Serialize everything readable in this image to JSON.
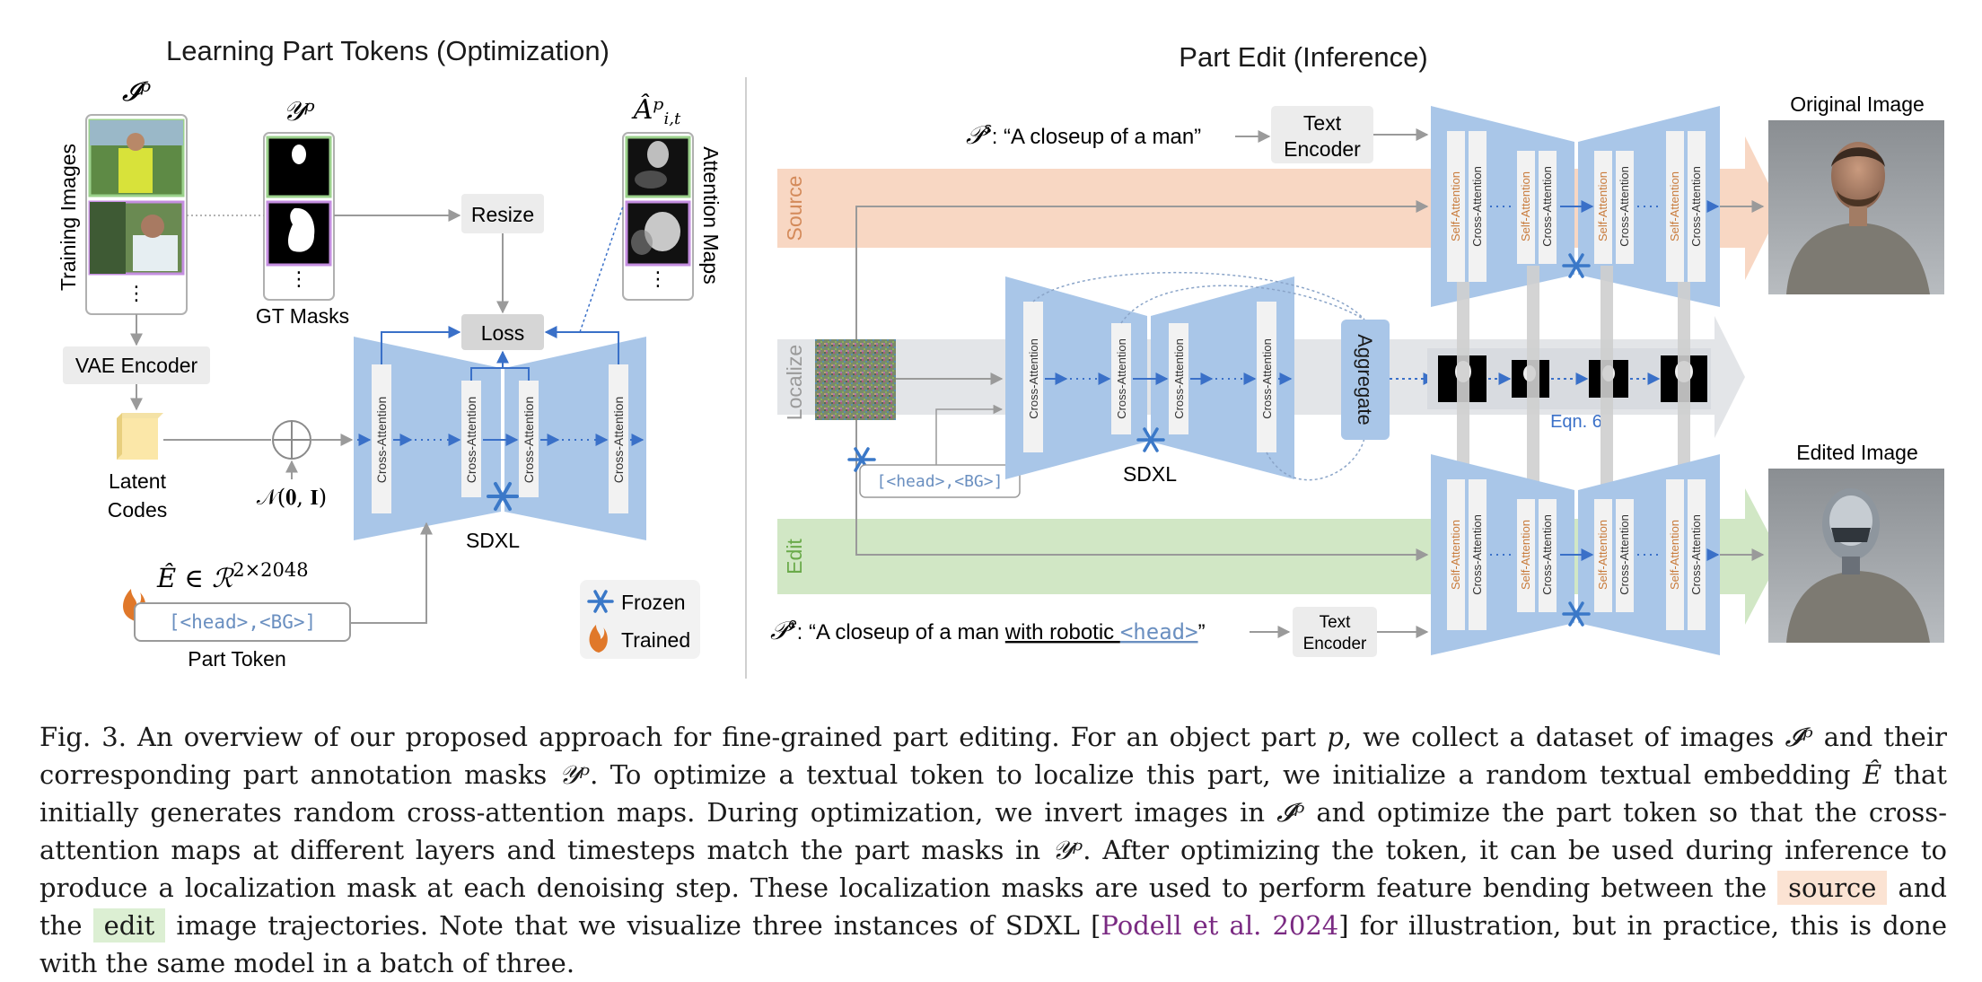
{
  "left": {
    "title": "Learning Part Tokens (Optimization)",
    "ip_label": "𝓘ᵖ",
    "yp_label": "𝒴ᵖ",
    "ahat_label": "Âᵖ",
    "ahat_sub": "i,t",
    "training_images": "Training Images",
    "gt_masks": "GT Masks",
    "attention_maps": "Attention Maps",
    "resize": "Resize",
    "loss": "Loss",
    "vae_encoder": "VAE Encoder",
    "latent_codes_1": "Latent",
    "latent_codes_2": "Codes",
    "noise": "𝒩(𝟎, 𝐈)",
    "cross_attention": "Cross-Attention",
    "sdxl": "SDXL",
    "ehat": "Ê ∈ ℛ",
    "ehat_dim": "2×2048",
    "part_token_text": "[<head>,<BG>]",
    "part_token": "Part Token",
    "frozen": "Frozen",
    "trained": "Trained",
    "dots": "⋮"
  },
  "right": {
    "title": "Part Edit (Inference)",
    "ps_sym": "𝒫",
    "ps_sup": "s",
    "ps_prompt": ": “A closeup of a man”",
    "pe_sym": "𝒫",
    "pe_sup": "e",
    "pe_prompt_a": ": “A closeup of a man ",
    "pe_prompt_b": "with robotic ",
    "pe_prompt_c": "<head>",
    "pe_prompt_d": "”",
    "text_encoder_1": "Text",
    "text_encoder_2": "Encoder",
    "source": "Source",
    "localize": "Localize",
    "edit": "Edit",
    "self_attention": "Self-Attention",
    "cross_attention": "Cross-Attention",
    "aggregate": "Aggregate",
    "eqn": "Eqn. 6",
    "sdxl": "SDXL",
    "token": "[<head>,<BG>]",
    "original_image": "Original Image",
    "edited_image": "Edited Image"
  },
  "caption": {
    "fig": "Fig. 3.",
    "p1": "An overview of our proposed approach for fine-grained part editing. For an object part ",
    "p": "p",
    "p2": ", we collect a dataset of images ",
    "ip": "𝓘ᵖ",
    "p3": " and their corresponding part annotation masks ",
    "yp": "𝒴ᵖ",
    "p4": ". To optimize a textual token to localize this part, we initialize a random textual embedding ",
    "ehat": "Ê",
    "p5": " that initially generates random cross-attention maps. During optimization, we invert images in ",
    "p6": " and optimize the part token so that the cross-attention maps at different layers and timesteps match the part masks in ",
    "p7": ". After optimizing the token, it can be used during inference to produce a localization mask at each denoising step. These localization masks are used to perform feature bending between the ",
    "source": "source",
    "p8": " and the ",
    "edit": "edit",
    "p9": " image trajectories. Note that we visualize three instances of SDXL [",
    "cite": "Podell et al. 2024",
    "p10": "] for illustration, but in practice, this is done with the same model in a batch of three."
  },
  "colors": {
    "unet_blue": "#a9c6e8",
    "source_band": "#f8d5c0",
    "edit_band": "#cfe6c2",
    "localize_band": "#e3e5e8",
    "arrow_blue": "#3a70c8",
    "self_attn_text": "#c87a3a",
    "token_blue": "#6a8fc0"
  }
}
